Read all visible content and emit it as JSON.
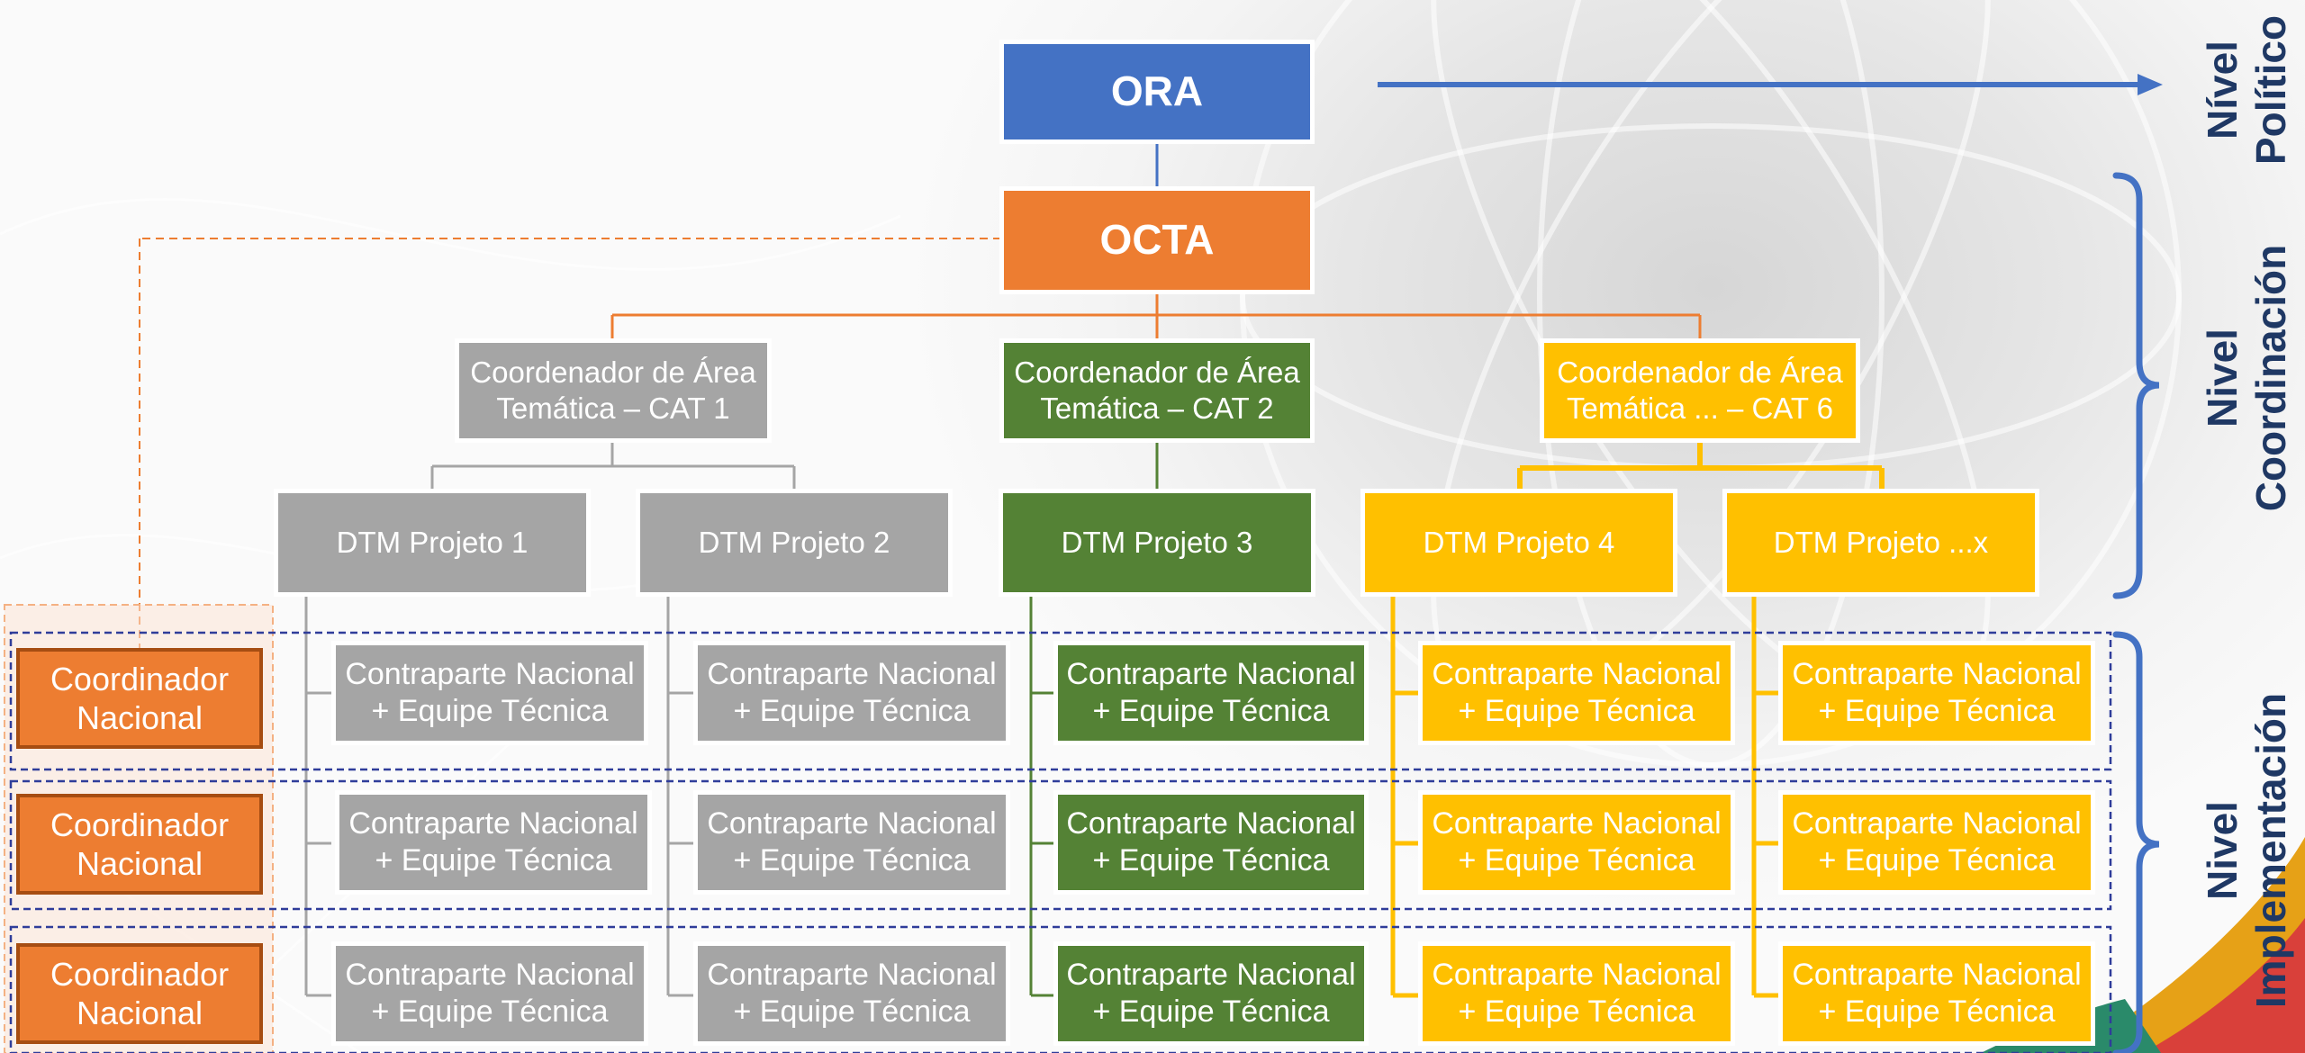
{
  "colors": {
    "blue": "#4472c4",
    "orange": "#ed7d31",
    "gray": "#a5a5a5",
    "green": "#548235",
    "gold": "#ffc000",
    "dark_blue": "#1f3864"
  },
  "top": {
    "ora": "ORA",
    "octa": "OCTA"
  },
  "cats": [
    {
      "line1": "Coordenador de Área",
      "line2": "Temática – CAT 1"
    },
    {
      "line1": "Coordenador de Área",
      "line2": "Temática – CAT 2"
    },
    {
      "line1": "Coordenador de Área",
      "line2": "Temática ... – CAT 6"
    }
  ],
  "dtms": [
    "DTM Projeto 1",
    "DTM Projeto 2",
    "DTM Projeto 3",
    "DTM Projeto 4",
    "DTM Projeto ...x"
  ],
  "coordinator": {
    "line1": "Coordinador",
    "line2": "Nacional"
  },
  "counterpart": {
    "line1": "Contraparte Nacional",
    "line2": "+ Equipe Técnica"
  },
  "levels": {
    "politico": {
      "line1": "Nível",
      "line2": "Político"
    },
    "coordinacion": {
      "line1": "Nivel",
      "line2": "Coordinación"
    },
    "implementacion": {
      "line1": "Nivel",
      "line2": "Implementación"
    }
  }
}
